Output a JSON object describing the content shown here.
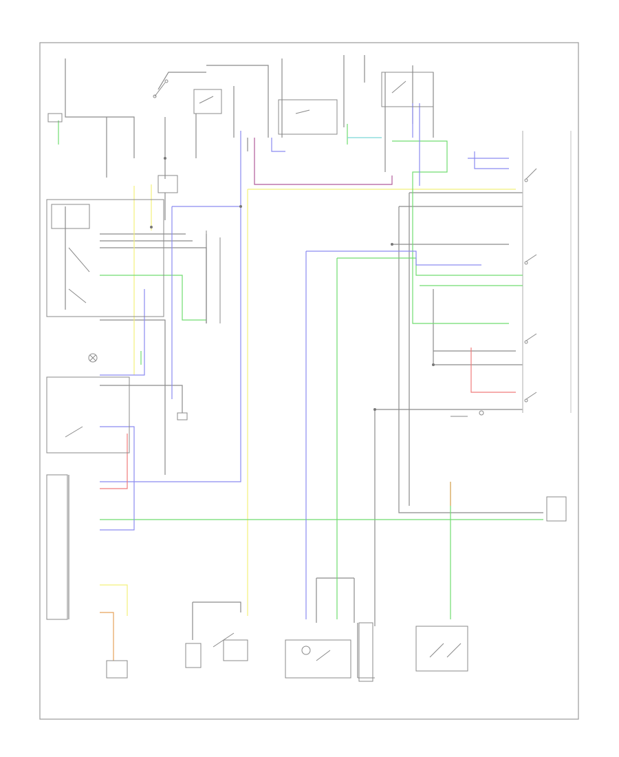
{
  "diagram": {
    "figure_number": "",
    "colors": {
      "background": "#ffffff",
      "frame": "#9a9a9a",
      "component_line": "#8c8c8c",
      "wire_black": "#8a8a8a",
      "wire_yellow": "#f2f07a",
      "wire_green": "#6fdc6f",
      "wire_blue": "#8a8af0",
      "wire_violet": "#b05a9a",
      "wire_red": "#f07a7a",
      "wire_orange": "#e6a25a",
      "wire_cyan": "#7ad6d6"
    },
    "components": [
      {
        "id": "top-fuse-box",
        "icon": "fuse-icon"
      },
      {
        "id": "ignition-switch",
        "icon": "switch-icon"
      },
      {
        "id": "fan-relay",
        "icon": "relay-icon"
      },
      {
        "id": "main-relay",
        "icon": "relay-icon"
      },
      {
        "id": "radiator-fan-relay",
        "icon": "relay-icon"
      },
      {
        "id": "blower-motor-relay",
        "icon": "relay-icon"
      },
      {
        "id": "heater-control-panel",
        "icon": "switch-icon"
      },
      {
        "id": "illumination-circuit",
        "icon": "lamp-icon"
      },
      {
        "id": "ac-switch",
        "icon": "switch-icon"
      },
      {
        "id": "heater-control-unit",
        "icon": "connector-icon"
      },
      {
        "id": "ac-thermostat",
        "icon": "sensor-icon"
      },
      {
        "id": "pressure-switch",
        "icon": "switch-icon"
      },
      {
        "id": "compressor-clutch-relay",
        "icon": "relay-icon"
      },
      {
        "id": "ecm-pcm",
        "icon": "connector-icon"
      },
      {
        "id": "ac-compressor",
        "icon": "motor-icon"
      },
      {
        "id": "condenser-fan-relay",
        "icon": "relay-icon"
      },
      {
        "id": "ground-point",
        "icon": "ground-icon"
      },
      {
        "id": "radiator-fan-relay-box",
        "icon": "relay-icon"
      }
    ]
  }
}
